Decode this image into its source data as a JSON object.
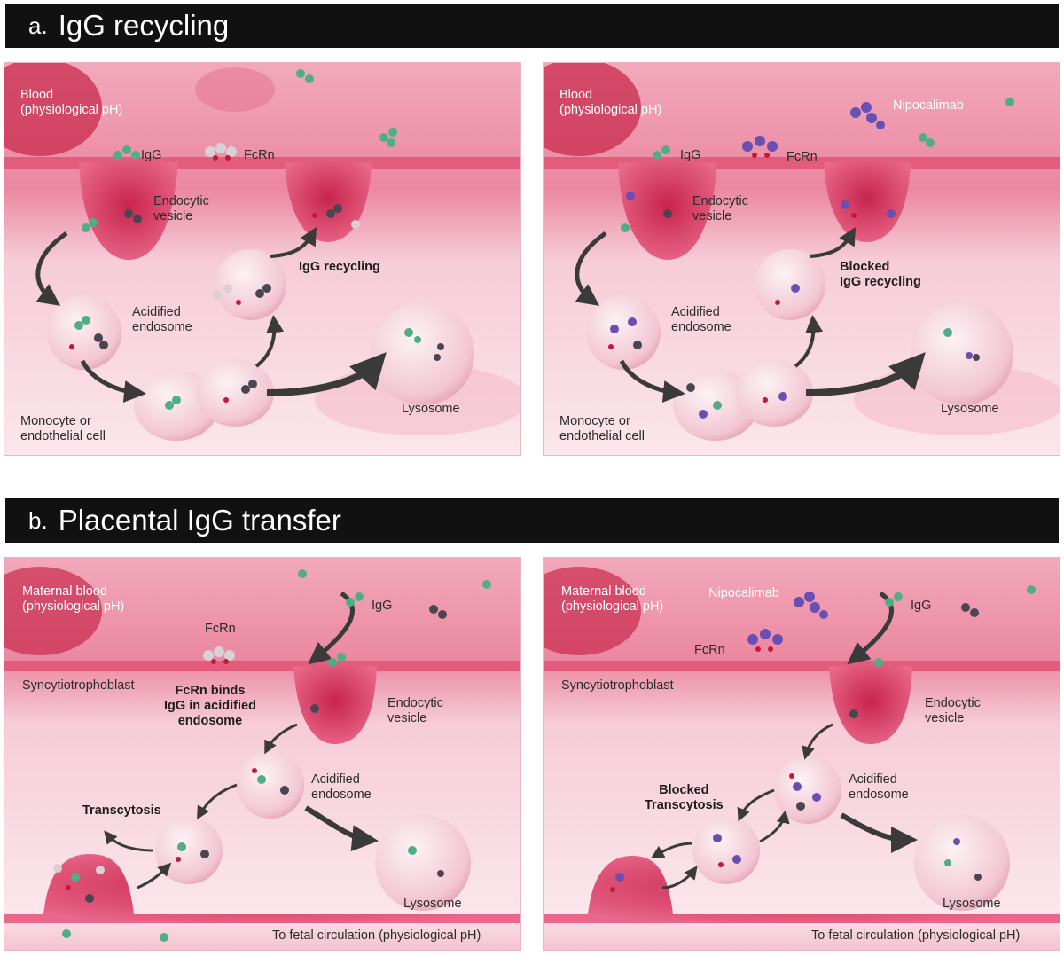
{
  "section_a": {
    "letter": "a.",
    "title": "IgG recycling",
    "left": {
      "blood": [
        "Blood",
        "(physiological pH)"
      ],
      "igg": "IgG",
      "fcrn": "FcRn",
      "endocytic": [
        "Endocytic",
        "vesicle"
      ],
      "acidified": [
        "Acidified",
        "endosome"
      ],
      "recycling": "IgG recycling",
      "cell": [
        "Monocyte or",
        "endothelial cell"
      ],
      "lysosome": "Lysosome"
    },
    "right": {
      "blood": [
        "Blood",
        "(physiological pH)"
      ],
      "nipocalimab": "Nipocalimab",
      "igg": "IgG",
      "fcrn": "FcRn",
      "endocytic": [
        "Endocytic",
        "vesicle"
      ],
      "acidified": [
        "Acidified",
        "endosome"
      ],
      "blocked": [
        "Blocked",
        "IgG recycling"
      ],
      "cell": [
        "Monocyte or",
        "endothelial cell"
      ],
      "lysosome": "Lysosome"
    }
  },
  "section_b": {
    "letter": "b.",
    "title": "Placental IgG transfer",
    "left": {
      "blood": [
        "Maternal blood",
        "(physiological pH)"
      ],
      "igg": "IgG",
      "fcrn": "FcRn",
      "syncytio": "Syncytiotrophoblast",
      "binds": [
        "FcRn binds",
        "IgG in acidified",
        "endosome"
      ],
      "endocytic": [
        "Endocytic",
        "vesicle"
      ],
      "acidified": [
        "Acidified",
        "endosome"
      ],
      "transcytosis": "Transcytosis",
      "lysosome": "Lysosome",
      "fetal": "To fetal circulation (physiological pH)"
    },
    "right": {
      "blood": [
        "Maternal blood",
        "(physiological pH)"
      ],
      "nipocalimab": "Nipocalimab",
      "igg": "IgG",
      "fcrn": "FcRn",
      "syncytio": "Syncytiotrophoblast",
      "endocytic": [
        "Endocytic",
        "vesicle"
      ],
      "acidified": [
        "Acidified",
        "endosome"
      ],
      "blocked": [
        "Blocked",
        "Transcytosis"
      ],
      "lysosome": "Lysosome",
      "fetal": "To fetal circulation (physiological pH)"
    }
  },
  "colors": {
    "banner": "#111111",
    "blood_pink": "#e9708f",
    "membrane": "#d9446a",
    "vesicle": "#d12f57",
    "igg_green": "#4fae86",
    "igg_gray": "#4a4550",
    "nipocalimab_purple": "#6a4fb3",
    "arrow": "#3a3a3a"
  }
}
